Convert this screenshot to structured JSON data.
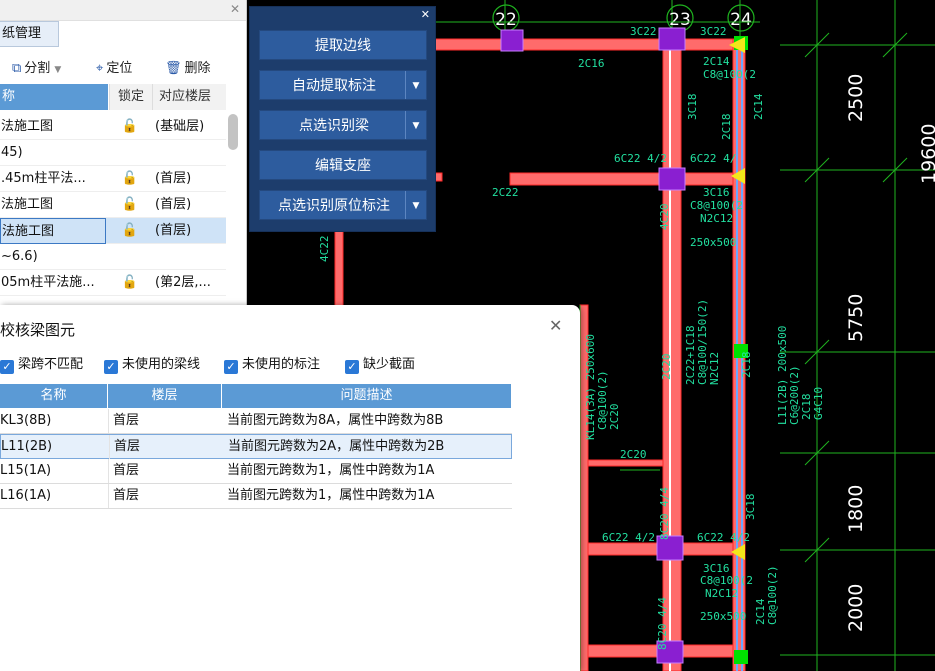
{
  "canvas": {
    "axis_labels": [
      "22",
      "23",
      "24"
    ],
    "dimensions": [
      "2500",
      "19600",
      "5750",
      "1800",
      "2000"
    ],
    "annotations": {
      "a1": "3C22",
      "a2": "3C22",
      "a3": "2C16",
      "a4": "2C14",
      "a5": "C8@100(2",
      "a6": "3C18",
      "a7": "2C18",
      "a8": "2C14",
      "a9": "6C22 4/2",
      "a10": "6C22 4/",
      "a11": "2C22",
      "a12": "3C16",
      "a13": "C8@100(2",
      "a14": "N2C12",
      "a15": "250x500",
      "a16": "4C20",
      "a17": "4C22",
      "a18": "2C22+1C18",
      "a19": "C8@100/150(2)",
      "a20": "N2C12",
      "a21": "2C18",
      "a22": "L11(2B) 200x500",
      "a23": "C6@200(2)",
      "a24": "2C18",
      "a25": "G4C10",
      "a26": "KL14(3A) 250x600",
      "a27": "C8@100(2)",
      "a28": "2C20",
      "a29": "2C20",
      "a30": "2C20",
      "a31": "6C22 4/2",
      "a32": "6C22 4/2",
      "a33": "3C18",
      "a34": "3C16",
      "a35": "C8@100(2",
      "a36": "N2C12",
      "a37": "250x500",
      "a38": "2C14",
      "a39": "C8@100(2)",
      "a40": "8C20 4/4",
      "a41": "8C20 4/4"
    }
  },
  "left_panel": {
    "tab": "纸管理",
    "toolbar": {
      "split": "分割",
      "locate": "定位",
      "delete": "删除"
    },
    "columns": {
      "name": "称",
      "lock": "锁定",
      "floor": "对应楼层"
    },
    "rows": [
      {
        "name": "法施工图",
        "floor": "(基础层)",
        "lock": true
      },
      {
        "name": "45)",
        "floor": "",
        "lock": false
      },
      {
        "name": ".45m柱平法...",
        "floor": "(首层)",
        "lock": true
      },
      {
        "name": "法施工图",
        "floor": "(首层)",
        "lock": true
      },
      {
        "name": "法施工图",
        "floor": "(首层)",
        "lock": true
      },
      {
        "name": "~6.6)",
        "floor": "",
        "lock": false
      },
      {
        "name": "05m柱平法施...",
        "floor": "(第2层,...",
        "lock": true
      }
    ]
  },
  "recog_panel": {
    "buttons": {
      "extract_lines": "提取边线",
      "auto_extract_labels": "自动提取标注",
      "pick_identify_beam": "点选识别梁",
      "edit_support": "编辑支座",
      "pick_identify_original_labels": "点选识别原位标注"
    }
  },
  "check_dialog": {
    "title": "校核梁图元",
    "filters": {
      "span_mismatch": "梁跨不匹配",
      "unused_beam_lines": "未使用的梁线",
      "unused_labels": "未使用的标注",
      "missing_section": "缺少截面"
    },
    "columns": {
      "name": "名称",
      "floor": "楼层",
      "issue": "问题描述"
    },
    "rows": [
      {
        "name": "KL3(8B)",
        "floor": "首层",
        "issue": "当前图元跨数为8A，属性中跨数为8B"
      },
      {
        "name": "L11(2B)",
        "floor": "首层",
        "issue": "当前图元跨数为2A，属性中跨数为2B"
      },
      {
        "name": "L15(1A)",
        "floor": "首层",
        "issue": "当前图元跨数为1，属性中跨数为1A"
      },
      {
        "name": "L16(1A)",
        "floor": "首层",
        "issue": "当前图元跨数为1，属性中跨数为1A"
      }
    ]
  }
}
